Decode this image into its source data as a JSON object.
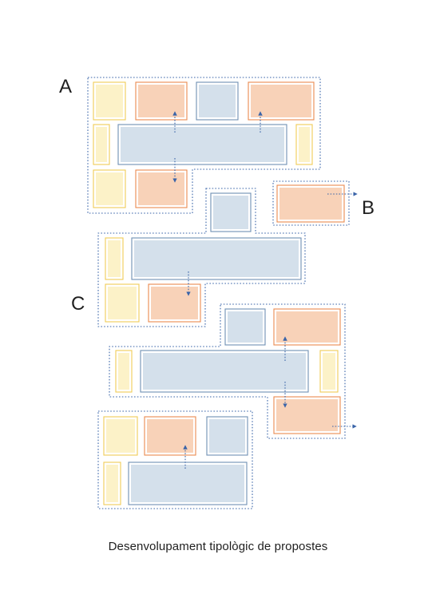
{
  "labels": {
    "a": "A",
    "b": "B",
    "c": "C"
  },
  "caption": "Desenvolupament tipològic de propostes",
  "colors": {
    "yellow_fill": "#fcf2c8",
    "yellow_stroke": "#f0cc55",
    "orange_fill": "#f8d2b8",
    "orange_stroke": "#ea8a4e",
    "blue_fill": "#d4e0eb",
    "blue_stroke": "#6e8fb3",
    "dotted_outline": "#3a64a8",
    "arrow": "#3a64a8"
  },
  "legend_semantics": {
    "yellow": "yellow-module",
    "orange": "orange-module",
    "blue": "blue-module"
  }
}
